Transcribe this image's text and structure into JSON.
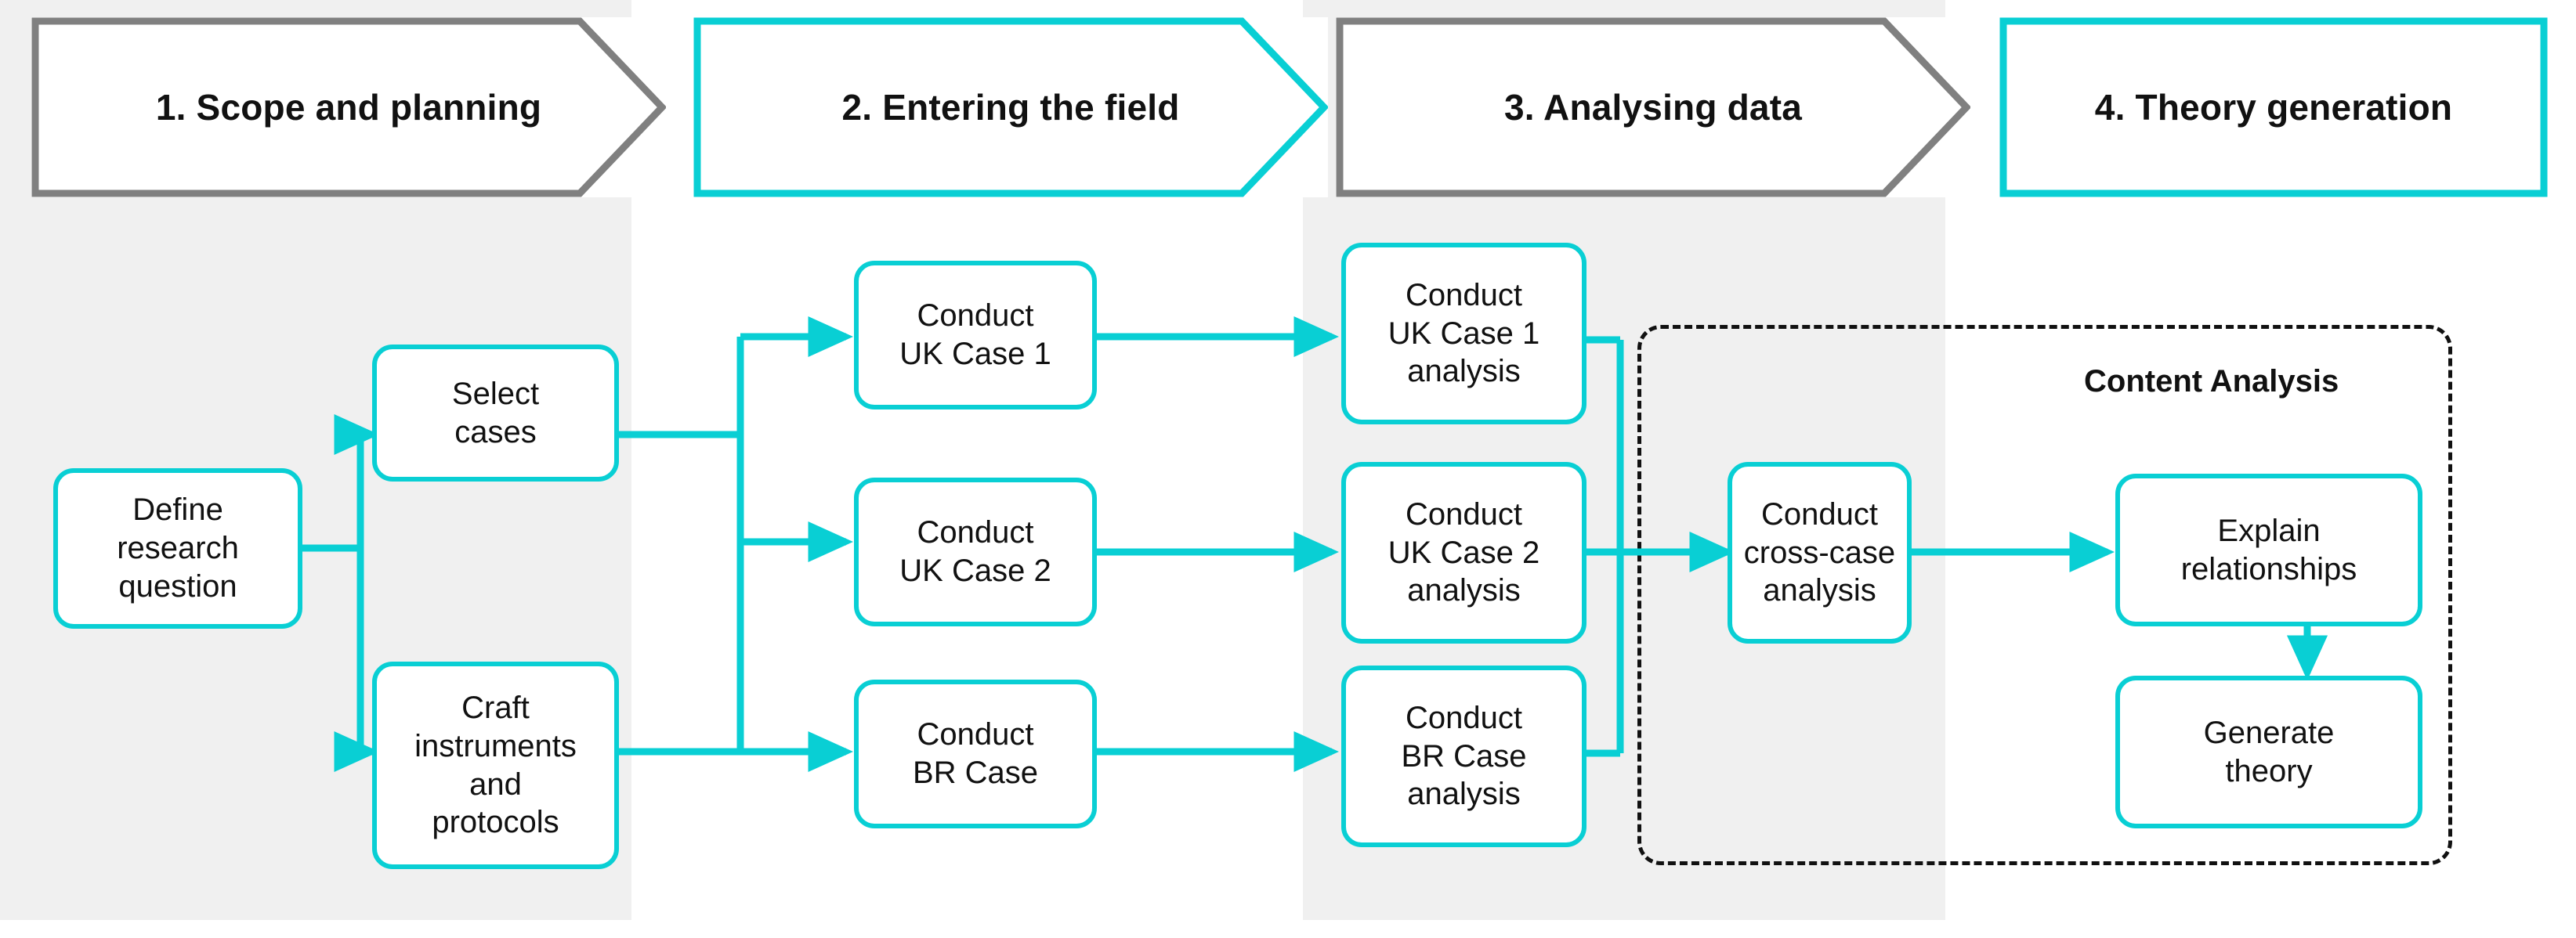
{
  "colors": {
    "teal": "#09CFD4",
    "grey_header_border": "#808080",
    "band_background": "#f0f0f0",
    "text": "#111111",
    "dashed_group_border": "#111111"
  },
  "phases": [
    {
      "id": "phase-1",
      "label": "1. Scope and planning",
      "border_color": "#808080",
      "shape": "chevron"
    },
    {
      "id": "phase-2",
      "label": "2. Entering the field",
      "border_color": "#09CFD4",
      "shape": "chevron"
    },
    {
      "id": "phase-3",
      "label": "3. Analysing data",
      "border_color": "#808080",
      "shape": "chevron"
    },
    {
      "id": "phase-4",
      "label": "4. Theory generation",
      "border_color": "#09CFD4",
      "shape": "rectangle"
    }
  ],
  "nodes": [
    {
      "id": "define-research-question",
      "lines": [
        "Define",
        "research",
        "question"
      ]
    },
    {
      "id": "select-cases",
      "lines": [
        "Select",
        "cases"
      ]
    },
    {
      "id": "craft-instruments",
      "lines": [
        "Craft",
        "instruments",
        "and",
        "protocols"
      ]
    },
    {
      "id": "conduct-uk-case-1",
      "lines": [
        "Conduct",
        "UK Case 1"
      ]
    },
    {
      "id": "conduct-uk-case-2",
      "lines": [
        "Conduct",
        "UK Case 2"
      ]
    },
    {
      "id": "conduct-br-case",
      "lines": [
        "Conduct",
        "BR Case"
      ]
    },
    {
      "id": "uk-case-1-analysis",
      "lines": [
        "Conduct",
        "UK Case 1",
        "analysis"
      ]
    },
    {
      "id": "uk-case-2-analysis",
      "lines": [
        "Conduct",
        "UK Case 2",
        "analysis"
      ]
    },
    {
      "id": "br-case-analysis",
      "lines": [
        "Conduct",
        "BR Case",
        "analysis"
      ]
    },
    {
      "id": "cross-case-analysis",
      "lines": [
        "Conduct",
        "cross-case",
        "analysis"
      ]
    },
    {
      "id": "explain-relationships",
      "lines": [
        "Explain",
        "relationships"
      ]
    },
    {
      "id": "generate-theory",
      "lines": [
        "Generate",
        "theory"
      ]
    }
  ],
  "groups": [
    {
      "id": "content-analysis",
      "title": "Content Analysis"
    }
  ]
}
